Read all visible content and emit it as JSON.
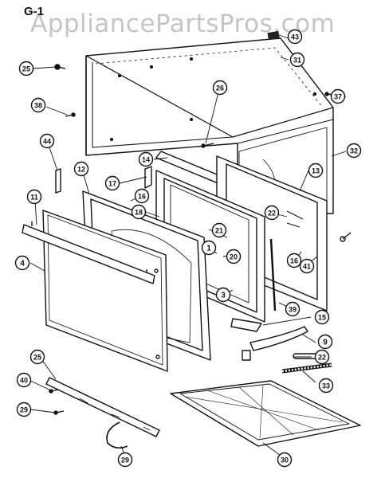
{
  "diagram": {
    "label": "G-1",
    "watermark": "AppliancePartsPros.com",
    "callouts": [
      {
        "id": "c43",
        "text": "43"
      },
      {
        "id": "c31",
        "text": "31"
      },
      {
        "id": "c25a",
        "text": "25"
      },
      {
        "id": "c37",
        "text": "37"
      },
      {
        "id": "c38",
        "text": "38"
      },
      {
        "id": "c26",
        "text": "26"
      },
      {
        "id": "c32",
        "text": "32"
      },
      {
        "id": "c44",
        "text": "44"
      },
      {
        "id": "c14",
        "text": "14"
      },
      {
        "id": "c13",
        "text": "13"
      },
      {
        "id": "c12",
        "text": "12"
      },
      {
        "id": "c17",
        "text": "17"
      },
      {
        "id": "c11",
        "text": "11"
      },
      {
        "id": "c18",
        "text": "18"
      },
      {
        "id": "c16a",
        "text": "16"
      },
      {
        "id": "c22a",
        "text": "22"
      },
      {
        "id": "c21",
        "text": "21"
      },
      {
        "id": "c1",
        "text": "1"
      },
      {
        "id": "c20",
        "text": "20"
      },
      {
        "id": "c16b",
        "text": "16"
      },
      {
        "id": "c41",
        "text": "41"
      },
      {
        "id": "c4",
        "text": "4"
      },
      {
        "id": "c3",
        "text": "3"
      },
      {
        "id": "c39",
        "text": "39"
      },
      {
        "id": "c15",
        "text": "15"
      },
      {
        "id": "c9",
        "text": "9"
      },
      {
        "id": "c22b",
        "text": "22"
      },
      {
        "id": "c33",
        "text": "33"
      },
      {
        "id": "c25b",
        "text": "25"
      },
      {
        "id": "c40",
        "text": "40"
      },
      {
        "id": "c29a",
        "text": "29"
      },
      {
        "id": "c30",
        "text": "30"
      },
      {
        "id": "c29b",
        "text": "29"
      }
    ]
  }
}
